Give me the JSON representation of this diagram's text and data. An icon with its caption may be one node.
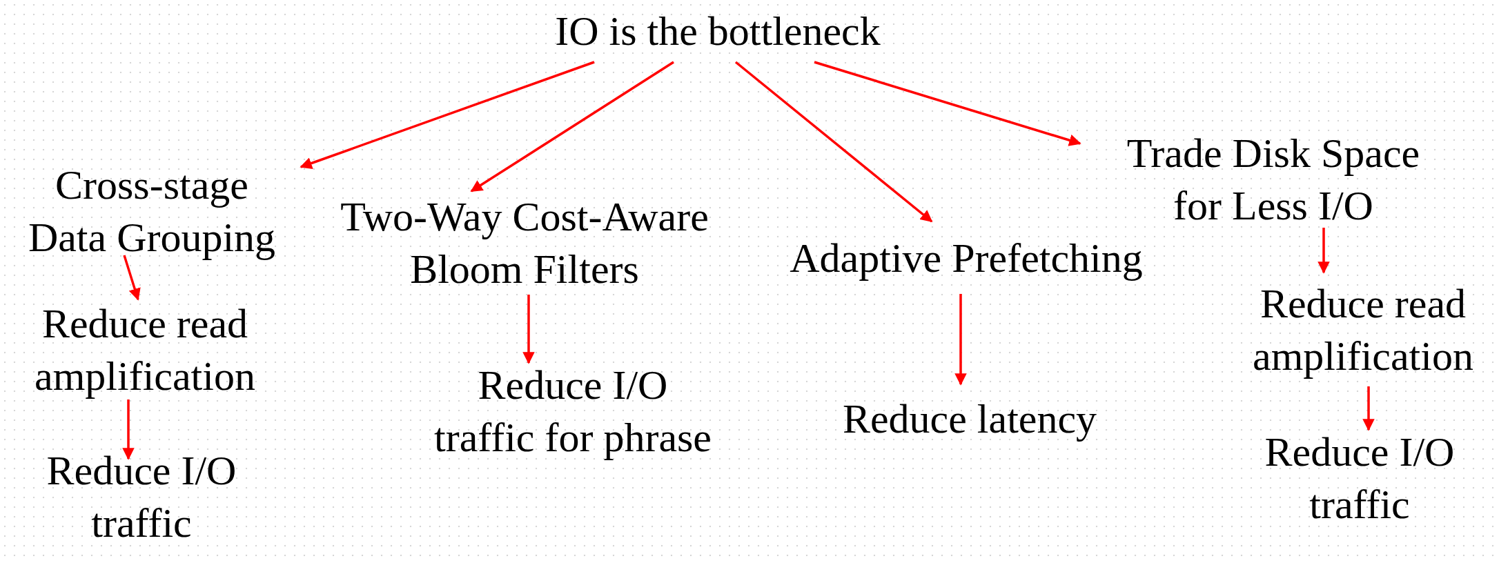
{
  "diagram": {
    "nodes": [
      {
        "text": [
          "IO is the bottleneck"
        ]
      },
      {
        "text": [
          "Cross-stage Data Grouping"
        ]
      },
      {
        "text": [
          "Two-Way Cost-Aware Bloom Filters"
        ]
      },
      {
        "text": [
          "Adaptive Prefetching"
        ]
      },
      {
        "text": [
          "Trade Disk Space for Less I/O"
        ]
      },
      {
        "text": [
          "Reduce read amplification"
        ]
      },
      {
        "text": [
          "Reduce I/O traffic"
        ]
      },
      {
        "text": [
          "Reduce I/O traffic for phrase"
        ]
      },
      {
        "text": [
          "Reduce latency"
        ]
      },
      {
        "text": [
          "Reduce read amplification"
        ]
      },
      {
        "text": [
          "Reduce I/O traffic"
        ]
      }
    ],
    "edges": [
      {
        "from": 0,
        "to": 1,
        "arrow": "to"
      },
      {
        "from": 0,
        "to": 2,
        "arrow": "to"
      },
      {
        "from": 0,
        "to": 3,
        "arrow": "to"
      },
      {
        "from": 0,
        "to": 4,
        "arrow": "to"
      },
      {
        "from": 1,
        "to": 5,
        "arrow": "to"
      },
      {
        "from": 5,
        "to": 6,
        "arrow": "to"
      },
      {
        "from": 2,
        "to": 7,
        "arrow": "to"
      },
      {
        "from": 3,
        "to": 8,
        "arrow": "to"
      },
      {
        "from": 4,
        "to": 9,
        "arrow": "to"
      },
      {
        "from": 9,
        "to": 10,
        "arrow": "to"
      }
    ]
  }
}
